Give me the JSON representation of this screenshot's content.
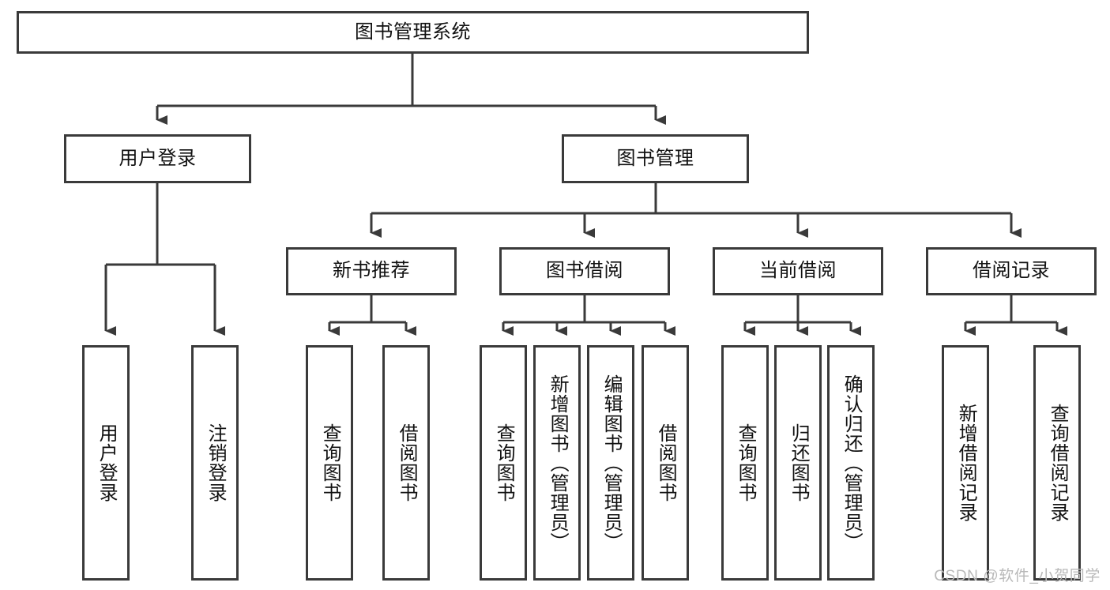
{
  "diagram": {
    "title": "图书管理系统",
    "type": "hierarchy-tree",
    "orientation": "top-down",
    "stroke_color": "#3a3a3a",
    "fill_color": "#ffffff",
    "text_color": "#111111"
  },
  "nodes": {
    "root": {
      "label": "图书管理系统",
      "orientation": "horizontal"
    },
    "level2": [
      {
        "label": "用户登录",
        "orientation": "horizontal"
      },
      {
        "label": "图书管理",
        "orientation": "horizontal"
      }
    ],
    "level3": [
      {
        "label": "新书推荐",
        "orientation": "horizontal"
      },
      {
        "label": "图书借阅",
        "orientation": "horizontal"
      },
      {
        "label": "当前借阅",
        "orientation": "horizontal"
      },
      {
        "label": "借阅记录",
        "orientation": "horizontal"
      }
    ],
    "leaves": {
      "user_login": [
        {
          "label": "用户登录",
          "orientation": "vertical"
        },
        {
          "label": "注销登录",
          "orientation": "vertical"
        }
      ],
      "new_book_recommend": [
        {
          "label": "查询图书",
          "orientation": "vertical"
        },
        {
          "label": "借阅图书",
          "orientation": "vertical"
        }
      ],
      "book_borrow": [
        {
          "label": "查询图书",
          "orientation": "vertical"
        },
        {
          "label": "新增图书（管理员）",
          "orientation": "vertical"
        },
        {
          "label": "编辑图书（管理员）",
          "orientation": "vertical"
        },
        {
          "label": "借阅图书",
          "orientation": "vertical"
        }
      ],
      "current_borrow": [
        {
          "label": "查询图书",
          "orientation": "vertical"
        },
        {
          "label": "归还图书",
          "orientation": "vertical"
        },
        {
          "label": "确认归还（管理员）",
          "orientation": "vertical"
        }
      ],
      "borrow_record": [
        {
          "label": "新增借阅记录",
          "orientation": "vertical"
        },
        {
          "label": "查询借阅记录",
          "orientation": "vertical"
        }
      ]
    }
  },
  "watermark": {
    "text": "CSDN @软件_小贺同学"
  }
}
